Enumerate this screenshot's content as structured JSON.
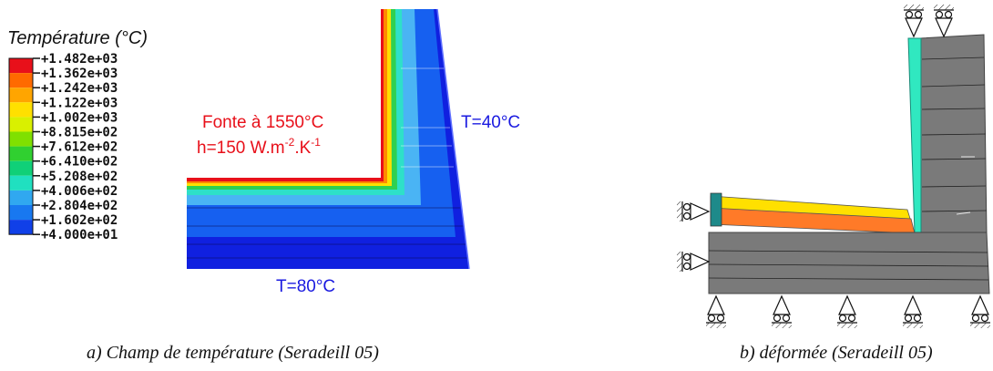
{
  "legend": {
    "title": "Température (°C)",
    "values": [
      "+1.482e+03",
      "+1.362e+03",
      "+1.242e+03",
      "+1.122e+03",
      "+1.002e+03",
      "+8.815e+02",
      "+7.612e+02",
      "+6.410e+02",
      "+5.208e+02",
      "+4.006e+02",
      "+2.804e+02",
      "+1.602e+02",
      "+4.000e+01"
    ],
    "colors": [
      "#e8101a",
      "#ff6a00",
      "#ffa500",
      "#ffe000",
      "#d9f000",
      "#80e000",
      "#30d030",
      "#10d078",
      "#20e0c0",
      "#30a8f0",
      "#1878f0",
      "#1040e8"
    ]
  },
  "labels": {
    "fonte_line1": "Fonte à 1550°C",
    "fonte_line2_pre": "h=150 W.m",
    "fonte_sup1": "-2",
    "fonte_mid": ".K",
    "fonte_sup2": "-1",
    "t_right": "T=40°C",
    "t_bottom": "T=80°C"
  },
  "captions": {
    "a": "a) Champ de température (Seradeill 05)",
    "b": "b) déformée (Seradeill 05)"
  },
  "colors": {
    "gray_block": "#7a7a7a",
    "cyan_layer": "#30e8c0",
    "deep_blue": "#1020e0"
  }
}
